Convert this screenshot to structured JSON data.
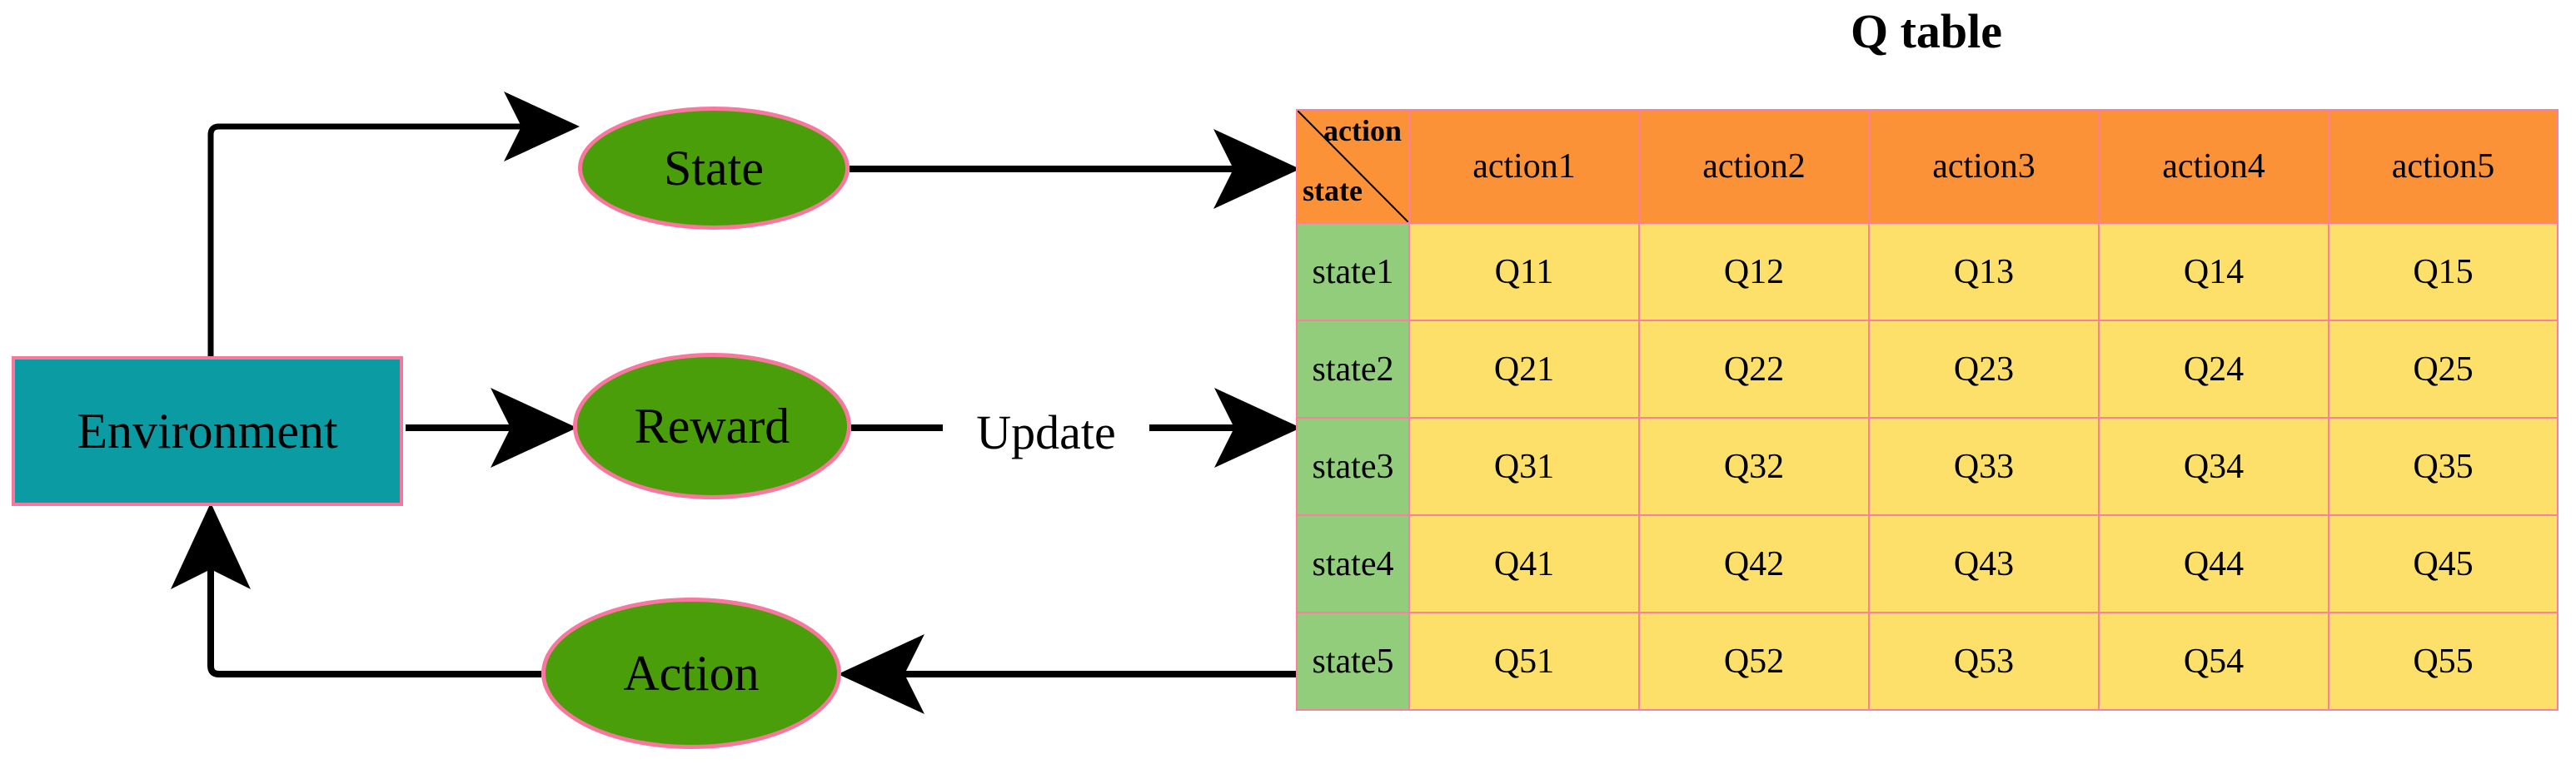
{
  "diagram": {
    "env_node": {
      "label": "Environment"
    },
    "nodes": [
      {
        "id": "state",
        "label": "State"
      },
      {
        "id": "reward",
        "label": "Reward"
      },
      {
        "id": "action",
        "label": "Action"
      }
    ],
    "edge_labels": {
      "update": "Update"
    },
    "colors": {
      "env_fill": "#0a9ba3",
      "node_fill": "#4a9e0a",
      "node_border": "#f9769c",
      "arrow": "#000000"
    }
  },
  "qtable": {
    "title": "Q table",
    "corner": {
      "action_label": "action",
      "state_label": "state"
    },
    "columns": [
      "action1",
      "action2",
      "action3",
      "action4",
      "action5"
    ],
    "rows": [
      {
        "state": "state1",
        "values": [
          "Q11",
          "Q12",
          "Q13",
          "Q14",
          "Q15"
        ]
      },
      {
        "state": "state2",
        "values": [
          "Q21",
          "Q22",
          "Q23",
          "Q24",
          "Q25"
        ]
      },
      {
        "state": "state3",
        "values": [
          "Q31",
          "Q32",
          "Q33",
          "Q34",
          "Q35"
        ]
      },
      {
        "state": "state4",
        "values": [
          "Q41",
          "Q42",
          "Q43",
          "Q44",
          "Q45"
        ]
      },
      {
        "state": "state5",
        "values": [
          "Q51",
          "Q52",
          "Q53",
          "Q54",
          "Q55"
        ]
      }
    ],
    "colors": {
      "header_fill": "#fb9237",
      "state_fill": "#92cd7c",
      "cell_fill": "#fde06a",
      "grid_line": "#fb7f9e"
    }
  }
}
